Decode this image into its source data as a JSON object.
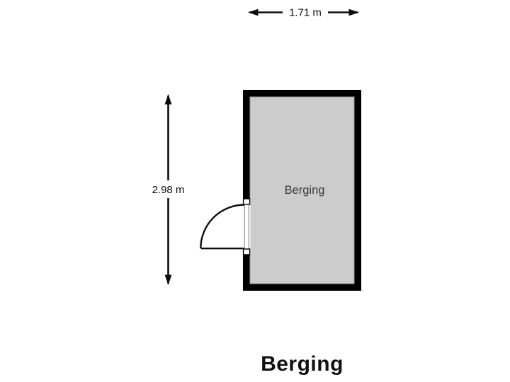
{
  "plan": {
    "title": "Berging",
    "room": {
      "name": "Berging"
    },
    "dimensions": {
      "width": "1.71 m",
      "height": "2.98 m"
    },
    "colors": {
      "wall": "#000000",
      "floor": "#cccccc",
      "floor_edge": "#999999",
      "dimension_line": "#0d0d0d",
      "label_bg": "#ffffff",
      "room_label": "#3a3a3a",
      "title": "#111111"
    }
  }
}
